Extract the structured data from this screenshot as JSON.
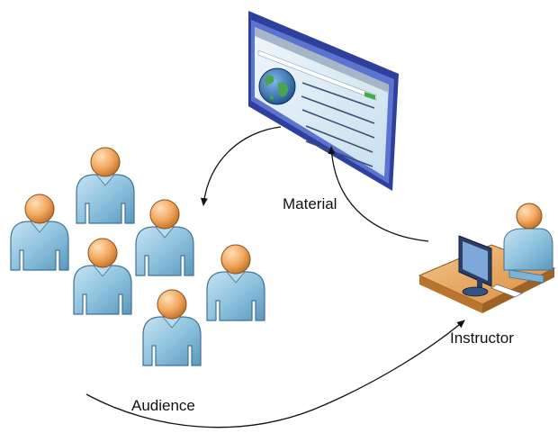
{
  "labels": {
    "material": "Material",
    "instructor": "Instructor",
    "audience": "Audience"
  },
  "icons": {
    "screen": "presentation-screen-icon",
    "globe": "globe-icon",
    "person": "person-icon",
    "workstation": "instructor-workstation-icon"
  },
  "colors": {
    "person_body": "#8fc3de",
    "person_head": "#f2a860",
    "screen_frame": "#3a4fb0",
    "screen_panel": "#dcebf4",
    "desk": "#e8a860",
    "arrow": "#111111"
  }
}
